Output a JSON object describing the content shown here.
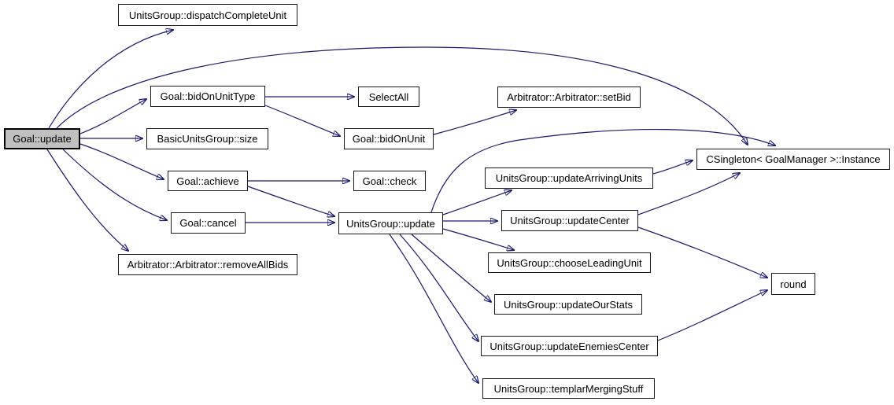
{
  "diagram": {
    "type": "call-graph",
    "root": "Goal::update",
    "colors": {
      "edge": "#191970",
      "node_border": "#1a1a1a",
      "node_fill": "#ffffff",
      "root_fill": "#c0c0c0",
      "background": "#ffffff",
      "text": "#000000"
    },
    "nodes": {
      "goal_update": {
        "label": "Goal::update"
      },
      "dispatch_complete_unit": {
        "label": "UnitsGroup::dispatchCompleteUnit"
      },
      "bid_on_unit_type": {
        "label": "Goal::bidOnUnitType"
      },
      "basic_units_group_size": {
        "label": "BasicUnitsGroup::size"
      },
      "achieve": {
        "label": "Goal::achieve"
      },
      "cancel": {
        "label": "Goal::cancel"
      },
      "remove_all_bids": {
        "label": "Arbitrator::Arbitrator::removeAllBids"
      },
      "select_all": {
        "label": "SelectAll"
      },
      "bid_on_unit": {
        "label": "Goal::bidOnUnit"
      },
      "check": {
        "label": "Goal::check"
      },
      "units_group_update": {
        "label": "UnitsGroup::update"
      },
      "set_bid": {
        "label": "Arbitrator::Arbitrator::setBid"
      },
      "update_arriving_units": {
        "label": "UnitsGroup::updateArrivingUnits"
      },
      "update_center": {
        "label": "UnitsGroup::updateCenter"
      },
      "choose_leading_unit": {
        "label": "UnitsGroup::chooseLeadingUnit"
      },
      "update_our_stats": {
        "label": "UnitsGroup::updateOurStats"
      },
      "update_enemies_center": {
        "label": "UnitsGroup::updateEnemiesCenter"
      },
      "templar_merging_stuff": {
        "label": "UnitsGroup::templarMergingStuff"
      },
      "csingleton_instance": {
        "label": "CSingleton< GoalManager >::Instance"
      },
      "round": {
        "label": "round"
      }
    },
    "edges": [
      {
        "from": "Goal::update",
        "to": "UnitsGroup::dispatchCompleteUnit"
      },
      {
        "from": "Goal::update",
        "to": "CSingleton< GoalManager >::Instance"
      },
      {
        "from": "Goal::update",
        "to": "Goal::bidOnUnitType"
      },
      {
        "from": "Goal::update",
        "to": "BasicUnitsGroup::size"
      },
      {
        "from": "Goal::update",
        "to": "Goal::achieve"
      },
      {
        "from": "Goal::update",
        "to": "Goal::cancel"
      },
      {
        "from": "Goal::update",
        "to": "Arbitrator::Arbitrator::removeAllBids"
      },
      {
        "from": "Goal::bidOnUnitType",
        "to": "SelectAll"
      },
      {
        "from": "Goal::bidOnUnitType",
        "to": "Goal::bidOnUnit"
      },
      {
        "from": "Goal::bidOnUnit",
        "to": "Arbitrator::Arbitrator::setBid"
      },
      {
        "from": "Goal::achieve",
        "to": "Goal::check"
      },
      {
        "from": "Goal::achieve",
        "to": "UnitsGroup::update"
      },
      {
        "from": "Goal::cancel",
        "to": "UnitsGroup::update"
      },
      {
        "from": "UnitsGroup::update",
        "to": "UnitsGroup::updateArrivingUnits"
      },
      {
        "from": "UnitsGroup::update",
        "to": "CSingleton< GoalManager >::Instance"
      },
      {
        "from": "UnitsGroup::update",
        "to": "UnitsGroup::updateCenter"
      },
      {
        "from": "UnitsGroup::update",
        "to": "UnitsGroup::chooseLeadingUnit"
      },
      {
        "from": "UnitsGroup::update",
        "to": "UnitsGroup::updateOurStats"
      },
      {
        "from": "UnitsGroup::update",
        "to": "UnitsGroup::updateEnemiesCenter"
      },
      {
        "from": "UnitsGroup::update",
        "to": "UnitsGroup::templarMergingStuff"
      },
      {
        "from": "UnitsGroup::updateArrivingUnits",
        "to": "CSingleton< GoalManager >::Instance"
      },
      {
        "from": "UnitsGroup::updateCenter",
        "to": "CSingleton< GoalManager >::Instance"
      },
      {
        "from": "UnitsGroup::updateCenter",
        "to": "round"
      },
      {
        "from": "UnitsGroup::updateEnemiesCenter",
        "to": "round"
      }
    ]
  }
}
